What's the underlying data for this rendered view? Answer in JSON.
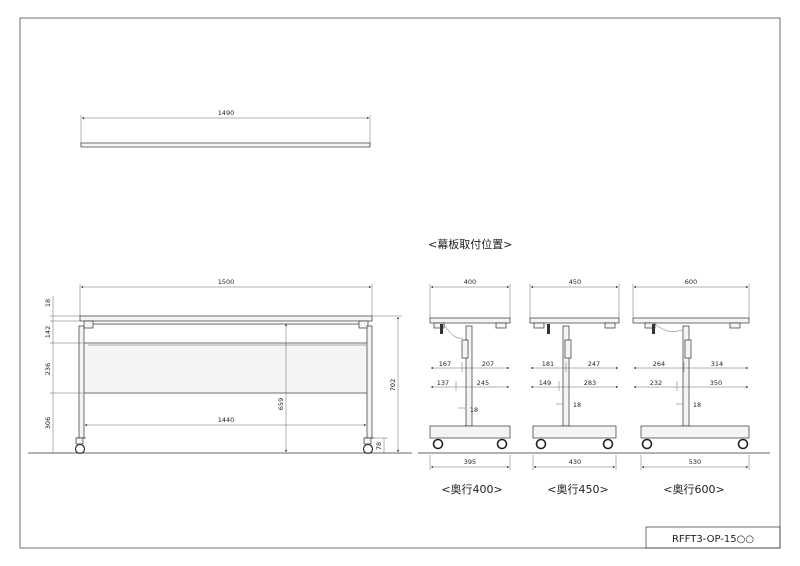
{
  "drawing_number": "RFFT3-OP-15○○",
  "section_title": "<幕板取付位置>",
  "top_view": {
    "width": "1490"
  },
  "front_view": {
    "overall_width": "1500",
    "inner_width": "1440",
    "top_thickness": "18",
    "panel_top_offset": "142",
    "panel_height": "236",
    "panel_bottom_gap": "306",
    "height": "702",
    "leg_height": "659",
    "caster_offset": "78"
  },
  "side_views": [
    {
      "caption": "<奥行400>",
      "depth": "400",
      "base": "395",
      "left_a": "167",
      "right_a": "207",
      "left_b": "137",
      "right_b": "245",
      "post": "18"
    },
    {
      "caption": "<奥行450>",
      "depth": "450",
      "base": "430",
      "left_a": "181",
      "right_a": "247",
      "left_b": "149",
      "right_b": "283",
      "post": "18"
    },
    {
      "caption": "<奥行600>",
      "depth": "600",
      "base": "530",
      "left_a": "264",
      "right_a": "314",
      "left_b": "232",
      "right_b": "350",
      "post": "18"
    }
  ]
}
